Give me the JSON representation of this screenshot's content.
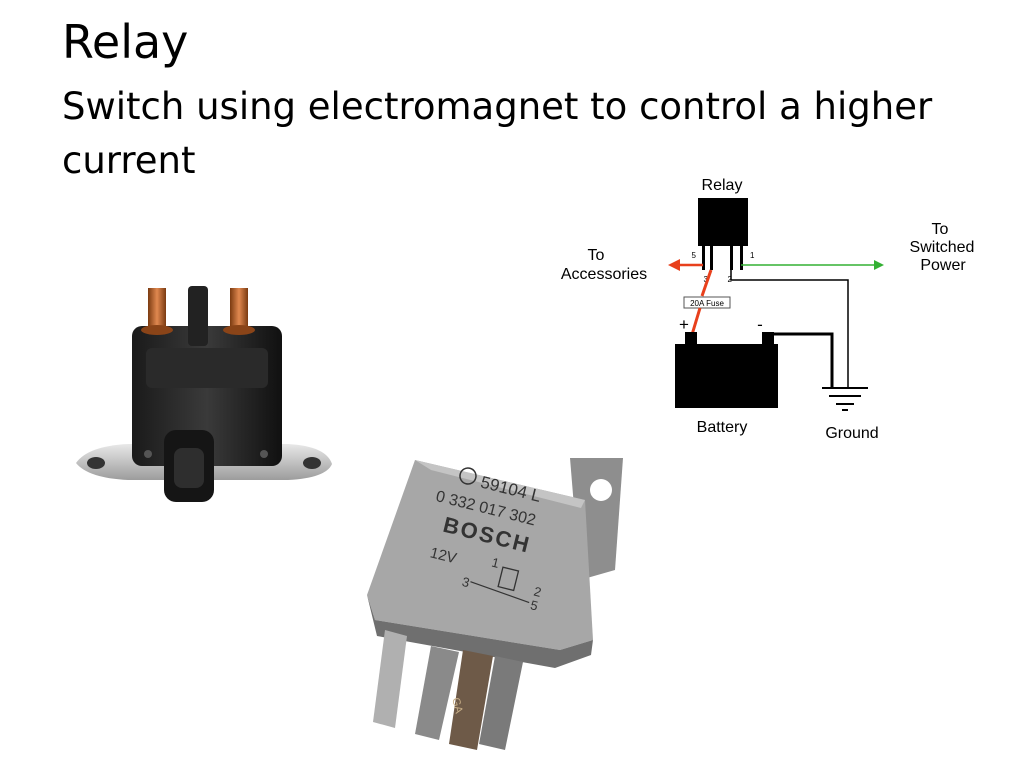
{
  "slide": {
    "title": "Relay",
    "subtitle": "Switch using electromagnet to control a higher current"
  },
  "diagram": {
    "relay_label": "Relay",
    "pin_5": "5",
    "pin_1": "1",
    "pin_3": "3",
    "pin_2": "2",
    "to_accessories_line1": "To",
    "to_accessories_line2": "Accessories",
    "to_switched_line1": "To",
    "to_switched_line2": "Switched",
    "to_switched_line3": "Power",
    "fuse_label": "20A Fuse",
    "plus": "+",
    "minus": "-",
    "battery_label": "Battery",
    "ground_label": "Ground",
    "colors": {
      "accessory_wire": "#e8401c",
      "switched_wire": "#33b033",
      "fuse_wire": "#e8401c"
    }
  },
  "bosch_relay_markings": {
    "part_line1": "59104 L",
    "part_line2": "0 332 017 302",
    "brand": "BOSCH",
    "voltage": "12V",
    "t1": "1",
    "t2": "2",
    "t3": "3",
    "t5": "5",
    "tab_mark": "GA"
  }
}
